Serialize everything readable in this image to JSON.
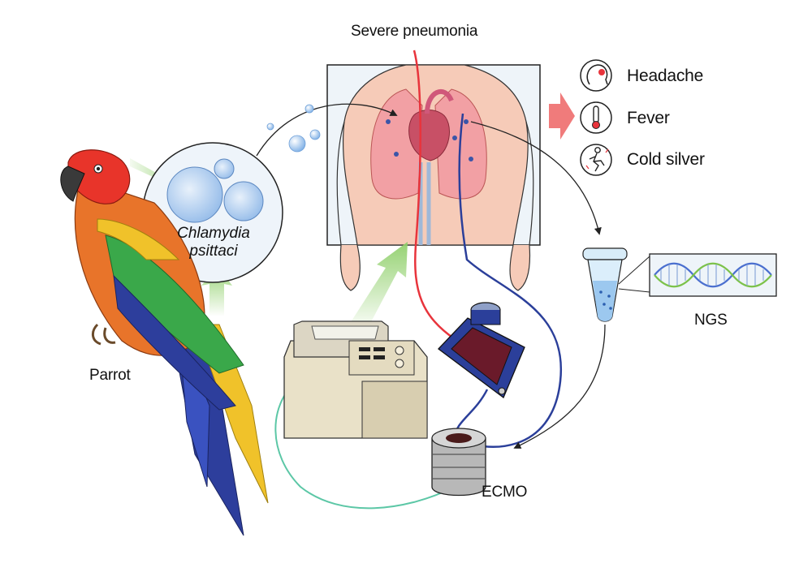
{
  "title": "Severe pneumonia",
  "pathogen": {
    "line1": "Chlamydia",
    "line2": "psittaci"
  },
  "labels": {
    "parrot": "Parrot",
    "ngs": "NGS",
    "ecmo": "ECMO"
  },
  "symptoms": [
    {
      "label": "Headache",
      "icon": "head-ache-icon"
    },
    {
      "label": "Fever",
      "icon": "thermometer-icon"
    },
    {
      "label": "Cold silver",
      "icon": "shivering-person-icon"
    }
  ],
  "colors": {
    "arterial_line": "#e8343c",
    "venous_line": "#2b3f9a",
    "return_line": "#5cc7a6",
    "flow_arrow": "#8fcf6a",
    "symptom_arrow": "#f07b7b",
    "dna_blue": "#4a6fcf",
    "dna_green": "#7cc24a"
  }
}
